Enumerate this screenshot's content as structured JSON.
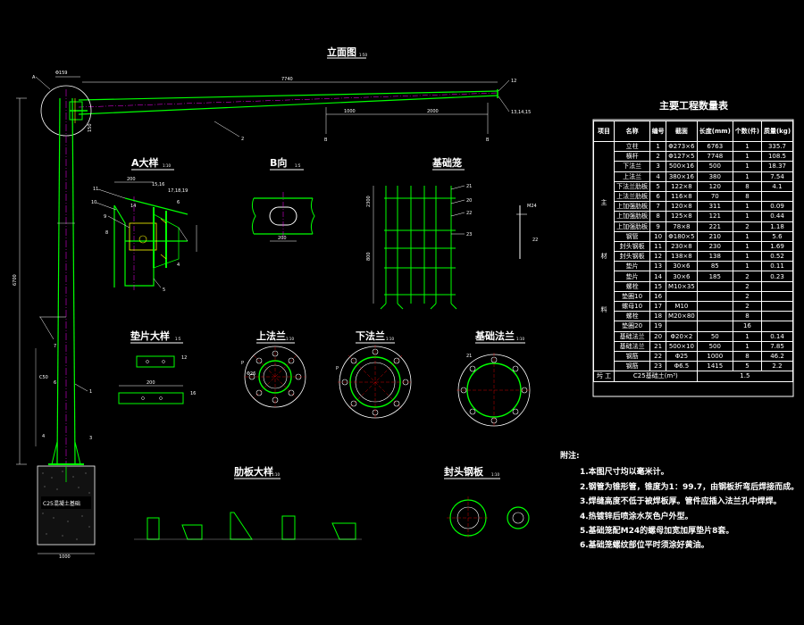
{
  "titles": {
    "elevation": "立面图",
    "elevation_scale": "1:50",
    "detail_a": "A大样",
    "detail_a_scale": "1:10",
    "view_b": "B向",
    "view_b_scale": "1:5",
    "foundation_cage": "基础笼",
    "washer_detail": "垫片大样",
    "washer_scale": "1:5",
    "upper_flange": "上法兰",
    "upper_flange_scale": "1:10",
    "lower_flange": "下法兰",
    "lower_flange_scale": "1:10",
    "foundation_flange": "基础法兰",
    "foundation_flange_scale": "1:10",
    "rib_detail": "肋板大样",
    "rib_scale": "1:10",
    "end_plate": "封头钢板",
    "end_plate_scale": "1:10"
  },
  "elevation_labels": {
    "a_mark": "A",
    "dia_top": "Φ159",
    "arm_length": "7740",
    "dim_1000": "1000",
    "dim_2000": "2000",
    "b_left": "B",
    "b_right": "B",
    "callout_12": "12",
    "callout_13": "13,14,15",
    "callout_2": "2",
    "callout_1": "1",
    "callout_7": "7",
    "callout_6": "6",
    "callout_3": "3",
    "callout_4": "4",
    "height": "6700",
    "dim_150": "150",
    "concrete": "C25混凝土基础",
    "base_width": "1000",
    "c50": "C50"
  },
  "detail_labels": {
    "a_11": "11",
    "a_10": "10",
    "a_9": "9",
    "a_8": "8",
    "a_5": "5",
    "a_4": "4",
    "a_1516": "15,16",
    "a_171819": "17,18,19",
    "a_6": "6",
    "a_200": "200",
    "a_14": "14",
    "b_200": "200",
    "f_21": "21",
    "f_20": "20",
    "f_22": "22",
    "f_23": "23",
    "f_m24": "M24",
    "f_dim1": "2300",
    "f_dim2": "800",
    "w_12": "12",
    "w_16": "16",
    "w_200": "200",
    "fl_21": "21",
    "uf_dia": "Φ26",
    "uf_p": "P",
    "lf_p": "P"
  },
  "quantity_table": {
    "title": "主要工程数量表",
    "headers": [
      "项目",
      "名称",
      "编号",
      "截面",
      "长度(mm)",
      "个数(件)",
      "质量(kg)"
    ],
    "group_labels": {
      "material_1": "主",
      "material_2": "材",
      "material_3": "料",
      "earthwork": "圬 工"
    },
    "rows": [
      [
        "立柱",
        "1",
        "Φ273×6",
        "6763",
        "1",
        "335.7"
      ],
      [
        "横杆",
        "2",
        "Φ127×5",
        "7748",
        "1",
        "108.5"
      ],
      [
        "下法兰",
        "3",
        "500×16",
        "500",
        "1",
        "18.37"
      ],
      [
        "上法兰",
        "4",
        "380×16",
        "380",
        "1",
        "7.54"
      ],
      [
        "下法兰肋板",
        "5",
        "122×8",
        "120",
        "8",
        "4.1"
      ],
      [
        "上法兰肋板",
        "6",
        "116×8",
        "70",
        "8",
        ""
      ],
      [
        "上加强肋板",
        "7",
        "120×8",
        "311",
        "1",
        "0.09"
      ],
      [
        "上加强肋板",
        "8",
        "125×8",
        "121",
        "1",
        "0.44"
      ],
      [
        "上加强肋板",
        "9",
        "78×8",
        "221",
        "2",
        "1.18"
      ],
      [
        "钢管",
        "10",
        "Φ180×5",
        "210",
        "1",
        "5.6"
      ],
      [
        "封头钢板",
        "11",
        "230×8",
        "230",
        "1",
        "1.69"
      ],
      [
        "封头钢板",
        "12",
        "138×8",
        "138",
        "1",
        "0.52"
      ],
      [
        "垫片",
        "13",
        "30×6",
        "85",
        "1",
        "0.11"
      ],
      [
        "垫片",
        "14",
        "30×6",
        "185",
        "2",
        "0.23"
      ],
      [
        "螺栓",
        "15",
        "M10×35",
        "",
        "2",
        ""
      ],
      [
        "垫圈10",
        "16",
        "",
        "",
        "2",
        ""
      ],
      [
        "螺母10",
        "17",
        "M10",
        "",
        "2",
        ""
      ],
      [
        "螺栓",
        "18",
        "M20×80",
        "",
        "8",
        ""
      ],
      [
        "垫圈20",
        "19",
        "",
        "",
        "16",
        ""
      ],
      [
        "基础法兰",
        "20",
        "Φ20×2",
        "50",
        "1",
        "0.14"
      ],
      [
        "基础法兰",
        "21",
        "500×10",
        "500",
        "1",
        "7.85"
      ],
      [
        "钢筋",
        "22",
        "Φ25",
        "1000",
        "8",
        "46.2"
      ],
      [
        "钢筋",
        "23",
        "Φ6.5",
        "1415",
        "5",
        "2.2"
      ]
    ],
    "earthwork_row": [
      "C25基础土(m³)",
      "1.5"
    ]
  },
  "notes": {
    "heading": "附注:",
    "items": [
      "1.本图尺寸均以毫米计。",
      "2.钢管为锥形管，锥度为1：99.7，由钢板折弯后焊接而成。",
      "3.焊缝高度不低于被焊板厚。管件应插入法兰孔中焊焊。",
      "4.热镀锌后喷涂水灰色户外型。",
      "5.基础笼配M24的螺母加宽加厚垫片8套。",
      "6.基础笼螺纹部位平时须涂好黄油。"
    ]
  },
  "colors": {
    "background": "#000000",
    "line_white": "#ffffff",
    "line_green": "#00ff00",
    "line_yellow": "#ffff00",
    "line_cyan": "#00ffff",
    "line_red": "#ff0000",
    "line_magenta": "#ff00ff"
  }
}
